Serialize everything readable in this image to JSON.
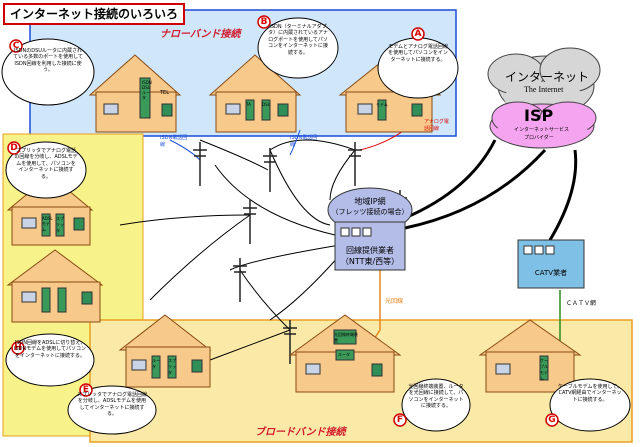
{
  "title": "インターネット接続のいろいろ",
  "regions": {
    "narrowband": "ナローバンド接続",
    "broadband": "ブロードバンド接続"
  },
  "cloud": {
    "internet_jp": "インターネット",
    "internet_en": "The Internet",
    "isp_title": "ISP",
    "isp_sub1": "インターネットサービス",
    "isp_sub2": "プロバイダー"
  },
  "center": {
    "net_line1": "地域IP網",
    "net_line2": "（フレッツ接続の場合）",
    "carrier_line1": "回線提供業者",
    "carrier_line2": "（NTT東/西等）"
  },
  "catv": {
    "label": "CATV業者",
    "line_label": "ＣＡＴＶ網"
  },
  "lines": {
    "hikari": "光回線",
    "ana1": "アナログ電話回線",
    "isdn1": "ISDN電話回線",
    "isdn2": "ISDN電話回線"
  },
  "markers": {
    "A": "A",
    "B": "B",
    "C": "C",
    "D": "D",
    "E": "E",
    "F": "F",
    "G": "G",
    "H": "H"
  },
  "bubbles": {
    "A": "モデムとアナログ電話回線を使用してパソコンをインターネットに接続する。",
    "B": "ISDN（ターミナルアダプタ）に内蔵されているアナログポートを使用してパソコンをインターネットに接続する。",
    "C": "ISDNのDSUルータに内蔵されている多数のポートを使用してISDN回線を利用した接続に使う。",
    "D": "スプリッタでアナログ電話の回線を分岐し、ADSLモデムを使用して、パソコンをインターネットに接続する。",
    "H": "ISDN回線をADSLに切り替え、ISDNモデムを使用してパソコンをインターネットに接続する。",
    "E": "スプリッタでアナログ電話回線を分岐し、ADSLモデムを使用してインターネットに接続する。",
    "F": "光回線終端装置、ルータを光回線に接続して、パソコンをインターネットに接続する。",
    "G": "ケーブルモデムを使用して、CATV網経由でインターネットに接続する。"
  },
  "devices": {
    "ta": "TA",
    "dsu": "DSU",
    "tel": "TEL",
    "modem": "モデム",
    "splitter": "スプリッタ",
    "adsl_modem": "ADSLモデム",
    "router": "ルータ",
    "onu": "光回線終端装置",
    "cable_modem": "ケーブルモデム",
    "isdn_dsu_router": "ISDN DSUルータ"
  },
  "colors": {
    "narrow_fill": "#cfe6fb",
    "narrow_border": "#1c4cd8",
    "broad_fill": "#fbe9a8",
    "broad_border": "#e8a020",
    "left_fill": "#f8f28a",
    "house_fill": "#f7c98b",
    "house_border": "#8a4a12",
    "cloud_fill": "#f5a5f0",
    "internet_fill": "#d6d6d6",
    "building_fill": "#b3bde8",
    "catv_fill": "#7fc1e6",
    "accent_red": "#d00000",
    "line_orange": "#e88620",
    "line_green": "#2c8a1c",
    "line_blue": "#2244d0"
  }
}
